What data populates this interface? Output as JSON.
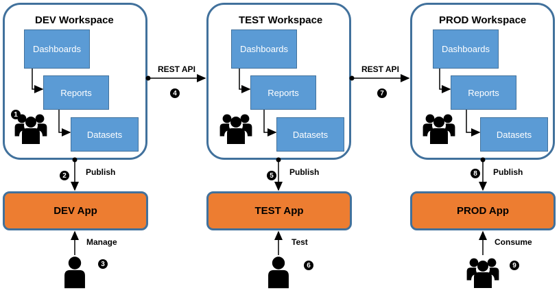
{
  "workspaces": [
    {
      "title": "DEV Workspace",
      "dashboards": "Dashboards",
      "reports": "Reports",
      "datasets": "Datasets"
    },
    {
      "title": "TEST Workspace",
      "dashboards": "Dashboards",
      "reports": "Reports",
      "datasets": "Datasets"
    },
    {
      "title": "PROD Workspace",
      "dashboards": "Dashboards",
      "reports": "Reports",
      "datasets": "Datasets"
    }
  ],
  "apps": [
    "DEV App",
    "TEST App",
    "PROD App"
  ],
  "labels": {
    "rest_api_1": "REST API",
    "rest_api_2": "REST API",
    "publish_1": "Publish",
    "publish_2": "Publish",
    "publish_3": "Publish",
    "manage": "Manage",
    "test": "Test",
    "consume": "Consume"
  },
  "steps": [
    "1",
    "2",
    "3",
    "4",
    "5",
    "6",
    "7",
    "8",
    "9"
  ],
  "colors": {
    "workspace_border": "#41719c",
    "box_fill": "#5b9bd5",
    "app_fill": "#ed7d31"
  }
}
